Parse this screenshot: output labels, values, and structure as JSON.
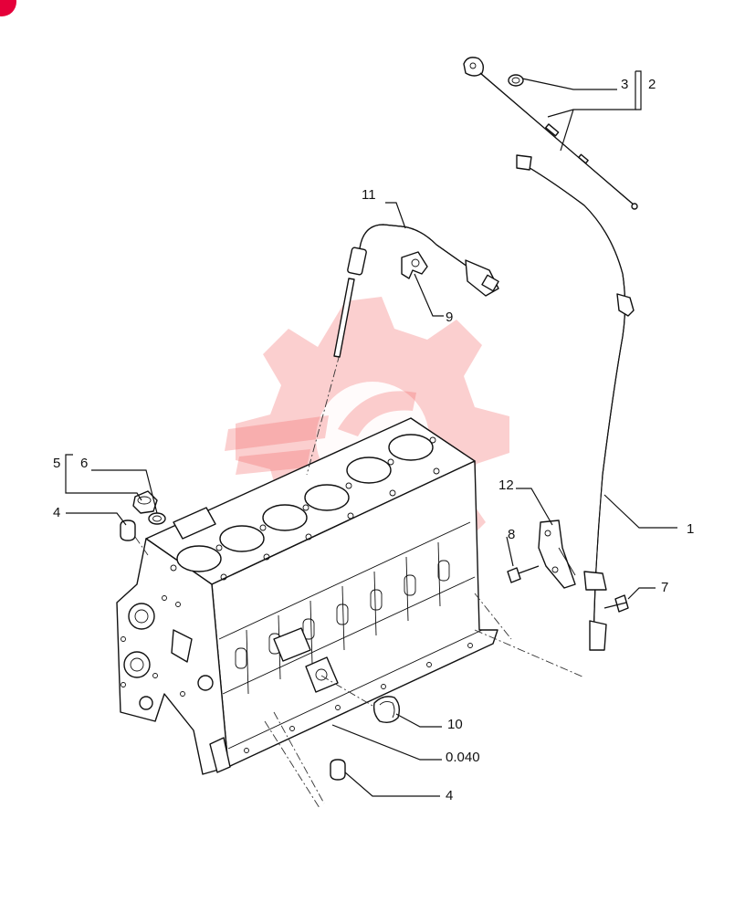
{
  "corner_badge_color": "#e5003a",
  "watermark_color": "#f26b6b",
  "callouts": {
    "c1": "1",
    "c2": "2",
    "c3": "3",
    "c4a": "4",
    "c4b": "4",
    "c5": "5",
    "c6": "6",
    "c7": "7",
    "c8": "8",
    "c9": "9",
    "c10": "10",
    "c11": "11",
    "c12": "12",
    "c0040": "0.040"
  },
  "icons": {
    "badge": "corner-badge-icon",
    "watermark": "gear-logo-icon"
  }
}
